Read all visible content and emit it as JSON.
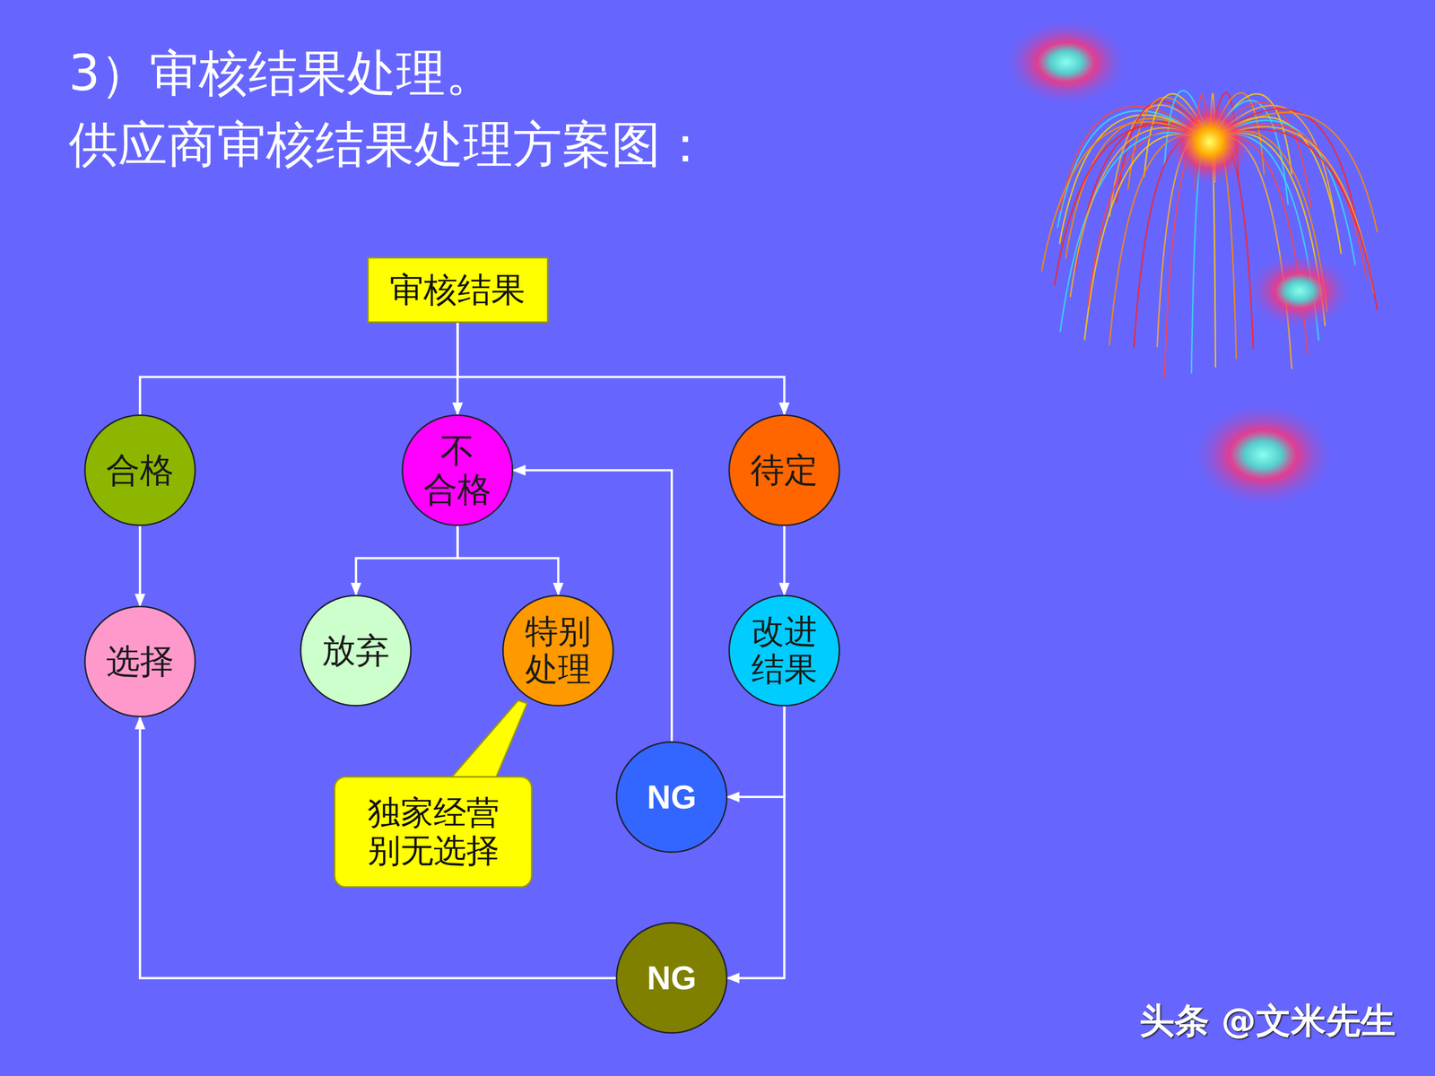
{
  "diagram": {
    "title": "3）审核结果处理。",
    "nodes": [
      {
        "text": [
          "审核结果"
        ]
      },
      {
        "text": [
          "合格"
        ]
      },
      {
        "text": [
          "不 合格"
        ]
      },
      {
        "text": [
          "待定"
        ]
      },
      {
        "text": [
          "选择"
        ]
      },
      {
        "text": [
          "放弃"
        ]
      },
      {
        "text": [
          "特别 处理"
        ]
      },
      {
        "text": [
          "改进 结果"
        ]
      },
      {
        "text": [
          "NG"
        ]
      },
      {
        "text": [
          "NG"
        ]
      },
      {
        "text": [
          "独家经营 别无选择"
        ]
      }
    ],
    "edges": [
      {
        "from": 0,
        "to": 1,
        "arrow": "none"
      },
      {
        "from": 0,
        "to": 2,
        "arrow": "to"
      },
      {
        "from": 0,
        "to": 3,
        "arrow": "to"
      },
      {
        "from": 1,
        "to": 4,
        "arrow": "to"
      },
      {
        "from": 2,
        "to": 5,
        "arrow": "to"
      },
      {
        "from": 2,
        "to": 6,
        "arrow": "to"
      },
      {
        "from": 3,
        "to": 7,
        "arrow": "to"
      },
      {
        "from": 7,
        "to": 8,
        "arrow": "to"
      },
      {
        "from": 7,
        "to": 9,
        "arrow": "to"
      },
      {
        "from": 8,
        "to": 2,
        "arrow": "to"
      },
      {
        "from": 9,
        "to": 4,
        "arrow": "to"
      }
    ],
    "labels": [
      "供应商审核结果处理方案图：",
      "头条 @文米先生"
    ]
  }
}
